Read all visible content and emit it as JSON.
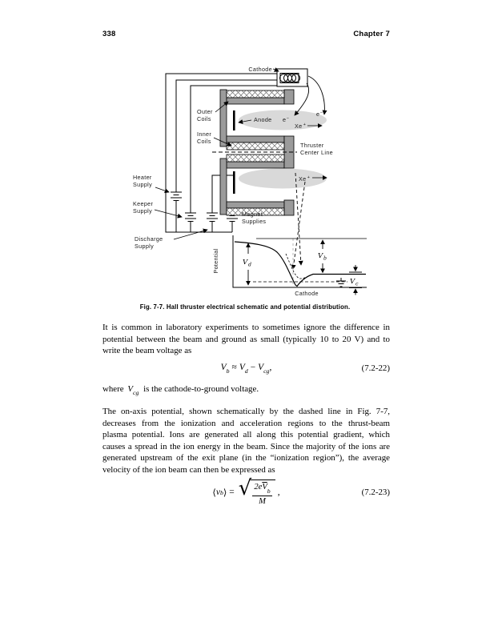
{
  "page": {
    "number": "338",
    "chapter_header": "Chapter 7"
  },
  "figure": {
    "caption": "Fig. 7-7. Hall thruster electrical schematic and potential distribution.",
    "colors": {
      "structure": "#9b9b9b",
      "plume": "#d9d9d9"
    },
    "labels": {
      "cathode": "Cathode",
      "outer_coils_1": "Outer",
      "outer_coils_2": "Coils",
      "inner_coils_1": "Inner",
      "inner_coils_2": "Coils",
      "anode": "Anode",
      "electron": "e",
      "electron_sup": "−",
      "xenon": "Xe",
      "xenon_sup": "+",
      "centerline_1": "Thruster",
      "centerline_2": "Center Line",
      "heater_1": "Heater",
      "heater_2": "Supply",
      "keeper_1": "Keeper",
      "keeper_2": "Supply",
      "discharge_1": "Discharge",
      "discharge_2": "Supply",
      "magnet_1": "Magnet",
      "magnet_2": "Supplies"
    },
    "plot": {
      "ylabel": "Potential",
      "xlabel": "Cathode",
      "vd": "V",
      "vd_sub": "d",
      "vb": "V",
      "vb_sub": "b",
      "vc": "V",
      "vc_sub": "c"
    }
  },
  "body": {
    "para1": [
      "It is common in laboratory experiments to sometimes ignore the difference in",
      "potential between the beam and ground as small (typically 10 to 20 V) and to",
      "write the beam voltage as"
    ],
    "eq1": {
      "v1": "V",
      "s1": "b",
      "rel": "≈",
      "v2": "V",
      "s2": "d",
      "minus": "−",
      "v3": "V",
      "s3": "cg",
      "comma": ",",
      "number": "(7.2-22)"
    },
    "where_line": {
      "pre": "where",
      "v": "V",
      "sub": "cg",
      "post": "is the cathode-to-ground voltage."
    },
    "para2": [
      "The on-axis potential, shown schematically by the dashed line in Fig. 7-7,",
      "decreases from the ionization and acceleration regions to the thrust-beam",
      "plasma potential. Ions are generated all along this potential gradient, which",
      "causes a spread in the ion energy in the beam. Since the majority of the ions are",
      "generated upstream of the exit plane (in the “ionization region”), the average",
      "velocity of the ion beam can then be expressed as"
    ],
    "eq2": {
      "open": "⟨",
      "v": "v",
      "vsub": "b",
      "close": "⟩",
      "eq": "=",
      "num_coeff": "2e",
      "num_v": "V",
      "num_sub": "b",
      "den": "M",
      "comma": ",",
      "number": "(7.2-23)"
    }
  }
}
